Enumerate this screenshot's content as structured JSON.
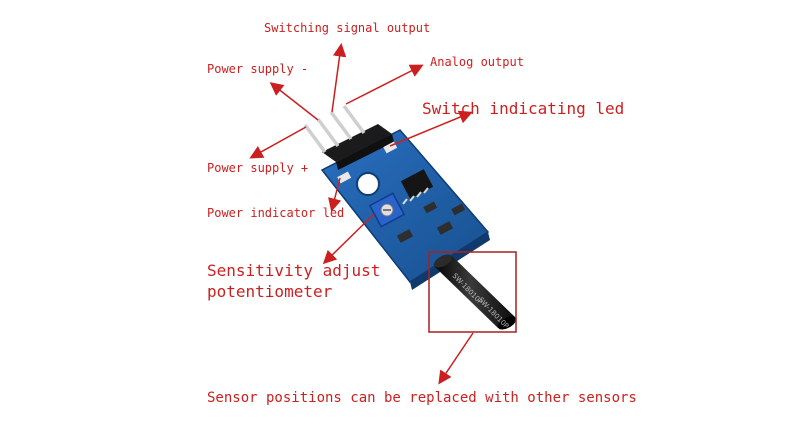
{
  "labels": {
    "switching_signal_output": "Switching signal output",
    "power_supply_minus": "Power supply -",
    "analog_output": "Analog output",
    "switch_indicating_led": "Switch indicating led",
    "power_supply_plus": "Power supply +",
    "power_indicator_led": "Power indicator led",
    "sensitivity_adjust_line1": "Sensitivity adjust",
    "sensitivity_adjust_line2": "potentiometer",
    "sensor_note": "Sensor positions can be replaced with other sensors"
  },
  "sensor_marking_1": "SW-18010P",
  "sensor_marking_2": "SW-18010P",
  "colors": {
    "label_red": "#cc1f1f",
    "pcb_blue": "#1f5fae",
    "pcb_dark": "#123d75",
    "sensor_black": "#151515",
    "pot_blue": "#2a63c9",
    "header_black": "#1b1b1b",
    "pin_silver": "#c9c9c9"
  }
}
